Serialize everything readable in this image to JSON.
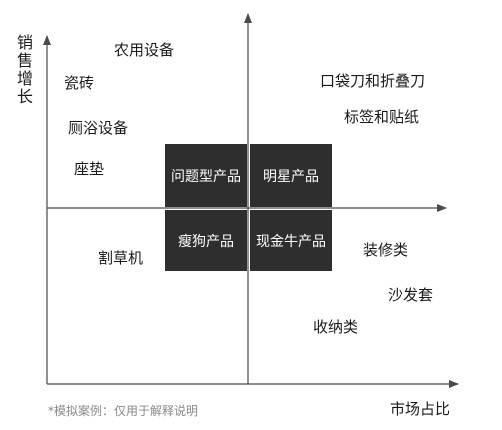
{
  "axes": {
    "y_label": "销售增长",
    "x_label": "市场占比"
  },
  "quadrants": {
    "top_left": "问题型产品",
    "top_right": "明星产品",
    "bottom_left": "瘦狗产品",
    "bottom_right": "现金牛产品"
  },
  "items": {
    "farm_equipment": "农用设备",
    "tiles": "瓷砖",
    "bathroom_equipment": "厕浴设备",
    "cushion": "座垫",
    "pocket_knife": "口袋刀和折叠刀",
    "labels_stickers": "标签和贴纸",
    "lawn_mower": "割草机",
    "decoration": "装修类",
    "sofa_cover": "沙发套",
    "storage": "收纳类"
  },
  "note": "*模拟案例：仅用于解释说明",
  "colors": {
    "quadrant_fill": "#2e2e2e",
    "quadrant_text": "#ffffff",
    "axis_line": "#4a4a4a",
    "note_text": "#8a8a8a"
  }
}
